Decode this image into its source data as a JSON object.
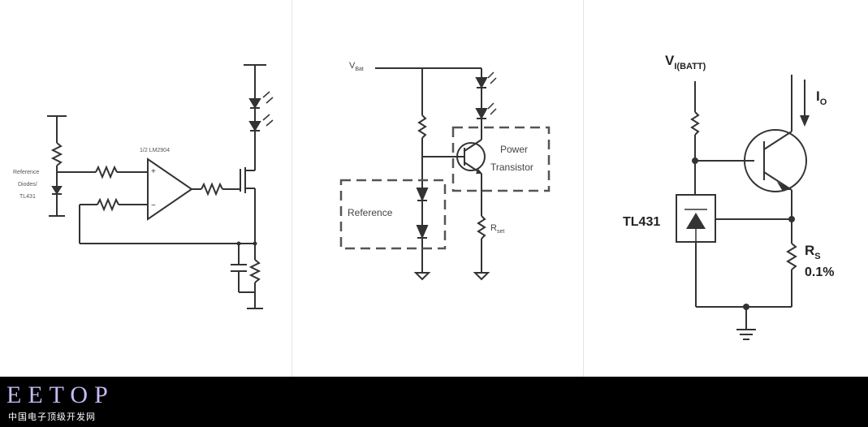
{
  "panel1": {
    "opamp_label": "1/2 LM2904",
    "reference_label_line1": "Reference",
    "reference_label_line2": "Diodes/",
    "reference_label_line3": "TL431"
  },
  "panel2": {
    "vbat_label": "V",
    "vbat_sub": "Bat",
    "power_line1": "Power",
    "power_line2": "Transistor",
    "reference_label": "Reference",
    "rset_label": "R",
    "rset_sub": "set"
  },
  "panel3": {
    "vi_label": "V",
    "vi_sub": "I(BATT)",
    "io_label": "I",
    "io_sub": "O",
    "tl431_label": "TL431",
    "rs_label": "R",
    "rs_sub": "S",
    "rs_value": "0.1%"
  },
  "footer": {
    "brand": "EETOP",
    "subtitle": "中国电子顶级开发网"
  },
  "colors": {
    "wire": "#333333",
    "footer_bg": "#000000",
    "brand": "#c7b8f4"
  }
}
